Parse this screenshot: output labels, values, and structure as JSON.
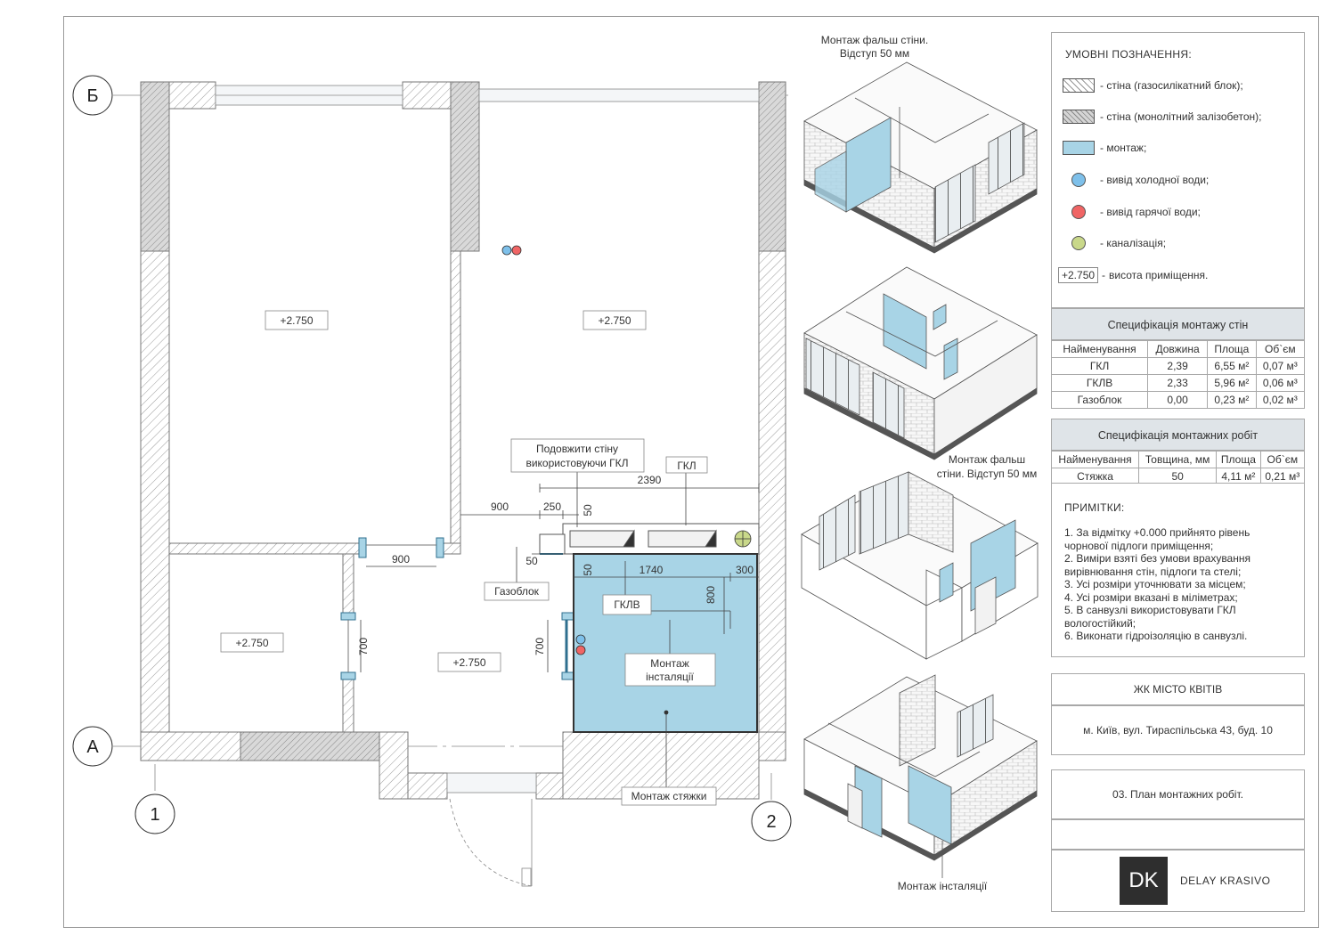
{
  "plan": {
    "axes": {
      "b": "Б",
      "a": "А",
      "one": "1",
      "two": "2"
    },
    "rooms": [
      "+2.750",
      "+2.750",
      "+2.750",
      "+2.750"
    ],
    "dims": {
      "d2390": "2390",
      "d900a": "900",
      "d250": "250",
      "d50a": "50",
      "d900b": "900",
      "d50b": "50",
      "d50c": "50",
      "d1740": "1740",
      "d300": "300",
      "d800": "800",
      "d700a": "700",
      "d700b": "700"
    },
    "callouts": {
      "extend": [
        "Подовжити стіну",
        "використовуючи ГКЛ"
      ],
      "gkl": "ГКЛ",
      "gazoblok": "Газоблок",
      "gklv": "ГКЛВ",
      "install": [
        "Монтаж",
        "інсталяції"
      ],
      "screed": "Монтаж стяжки"
    }
  },
  "iso": {
    "cap1": [
      "Монтаж фальш стіни.",
      "Відступ 50 мм"
    ],
    "cap3": [
      "Монтаж фальш",
      "стіни. Відступ 50 мм"
    ],
    "cap4": "Монтаж інсталяції"
  },
  "legend": {
    "title": "УМОВНІ ПОЗНАЧЕННЯ:",
    "items": [
      "- стіна (газосилікатний блок);",
      "- стіна (монолітний залізобетон);",
      "- монтаж;",
      "- вивід холодної води;",
      "- вивід гарячої води;",
      "- каналізація;",
      "висота приміщення."
    ],
    "height_tag": "+2.750",
    "colors": {
      "mount": "#a8d4e6",
      "cold": "#7ec0ea",
      "hot": "#f06565",
      "sewer": "#c9d88a"
    }
  },
  "spec_walls": {
    "title": "Специфікація монтажу стін",
    "headers": [
      "Найменування",
      "Довжина",
      "Площа",
      "Об`єм"
    ],
    "rows": [
      [
        "ГКЛ",
        "2,39",
        "6,55 м²",
        "0,07 м³"
      ],
      [
        "ГКЛВ",
        "2,33",
        "5,96 м²",
        "0,06 м³"
      ],
      [
        "Газоблок",
        "0,00",
        "0,23 м²",
        "0,02 м³"
      ]
    ]
  },
  "spec_works": {
    "title": "Специфікація монтажних робіт",
    "headers": [
      "Найменування",
      "Товщина, мм",
      "Площа",
      "Об`єм"
    ],
    "rows": [
      [
        "Стяжка",
        "50",
        "4,11 м²",
        "0,21 м³"
      ]
    ]
  },
  "notes": {
    "title": "ПРИМІТКИ:",
    "lines": [
      "1. За відмітку +0.000 прийнято рівень",
      "чорнової підлоги приміщення;",
      "2. Виміри взяті без умови врахування",
      "вирівнювання стін, підлоги та стелі;",
      "3. Усі розміри уточнювати за місцем;",
      "4. Усі розміри вказані в міліметрах;",
      "5. В санвузлі використовувати ГКЛ",
      "вологостійкий;",
      "6. Виконати гідроізоляцію в санвузлі."
    ]
  },
  "titleblock": {
    "project": "ЖК МІСТО КВІТІВ",
    "address": "м. Київ, вул. Тираспільська 43, буд. 10",
    "sheet": "03. План монтажних робіт.",
    "logo": "DK",
    "brand": "DELAY KRASIVO"
  }
}
